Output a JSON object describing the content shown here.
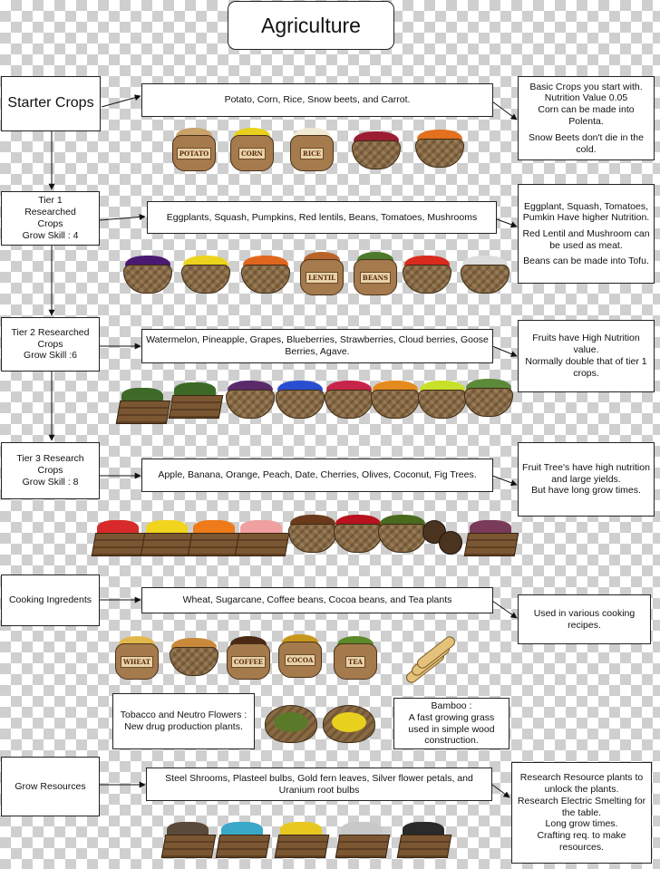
{
  "title": "Agriculture",
  "colors": {
    "box_border": "#222222",
    "box_fill": "#ffffff",
    "checker": "#cfcfcf"
  },
  "sections": {
    "starter": {
      "label": "Starter Crops",
      "crops": "Potato, Corn, Rice, Snow beets, and Carrot.",
      "note": [
        "Basic Crops you start with. Nutrition Value 0.05",
        "Corn can be made into Polenta.",
        "Snow Beets don't die in the cold."
      ],
      "sack_labels": [
        "POTATO",
        "CORN",
        "RICE"
      ]
    },
    "tier1": {
      "label": [
        "Tier 1",
        "Researched",
        "Crops",
        "Grow Skill : 4"
      ],
      "crops": "Eggplants, Squash, Pumpkins, Red lentils, Beans, Tomatoes, Mushrooms",
      "note": [
        "Eggplant, Squash, Tomatoes, Pumkin Have higher Nutrition.",
        "Red Lentil and Mushroom can be used as meat.",
        "Beans can be made into Tofu."
      ],
      "sack_labels": [
        "LENTIL",
        "BEANS"
      ]
    },
    "tier2": {
      "label": [
        "Tier 2 Researched",
        "Crops",
        "Grow Skill :6"
      ],
      "crops": "Watermelon, Pineapple, Grapes, Blueberries, Strawberries, Cloud berries, Goose Berries,  Agave.",
      "note": [
        "Fruits have High Nutrition value.",
        "Normally double that of tier 1 crops."
      ]
    },
    "tier3": {
      "label": [
        "Tier 3 Research",
        "Crops",
        "Grow Skill : 8"
      ],
      "crops": "Apple, Banana, Orange, Peach, Date, Cherries, Olives, Coconut, Fig Trees.",
      "note": [
        "Fruit Tree's have high nutrition and large yields.",
        "But have long grow times."
      ]
    },
    "cooking": {
      "label": "Cooking Ingredents",
      "crops": "Wheat, Sugarcane, Coffee beans, Cocoa beans, and Tea plants",
      "note": [
        "Used in various cooking recipes."
      ],
      "sack_labels": [
        "WHEAT",
        "COFFEE",
        "COCOA",
        "TEA"
      ],
      "tobacco": "Tobacco and Neutro Flowers : New drug production plants.",
      "bamboo": [
        "Bamboo :",
        "A fast growing grass used in simple wood construction."
      ]
    },
    "grow": {
      "label": "Grow Resources",
      "crops": "Steel Shrooms, Plasteel bulbs, Gold fern leaves, Silver flower petals, and Uranium root bulbs",
      "note": [
        "Research Resource plants to unlock the plants.",
        "Research Electric Smelting for the table.",
        "Long grow times.",
        "Crafting req. to make resources."
      ]
    }
  }
}
